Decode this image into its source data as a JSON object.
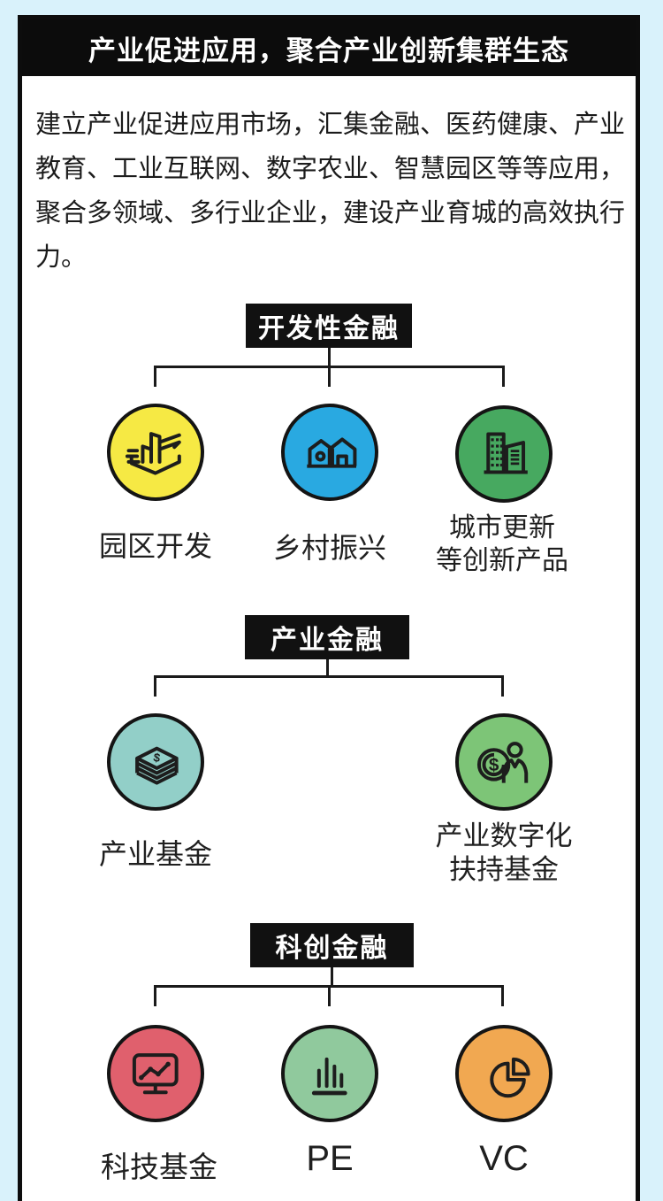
{
  "page": {
    "background": "#d9f2fb",
    "card_background": "#ffffff",
    "header_bg": "#0c0c0c",
    "title_box_bg": "#111111",
    "line_color": "#1a1a1a"
  },
  "header": {
    "title": "产业促进应用，聚合产业创新集群生态"
  },
  "intro": {
    "lines": [
      "建立产业促进应用市场，汇集金融、医药健康、产业",
      "教育、工业互联网、数字农业、智慧园区等等应用，",
      "聚合多领域、多行业企业，建设产业育城的高效执行",
      "力。"
    ]
  },
  "sections": [
    {
      "title": "开发性金融",
      "branches": [
        {
          "icon": "industrial-park-icon",
          "circle_color": "#f6e944",
          "label_lines": [
            "园区开发"
          ]
        },
        {
          "icon": "village-houses-icon",
          "circle_color": "#29a9e1",
          "label_lines": [
            "乡村振兴"
          ]
        },
        {
          "icon": "city-buildings-icon",
          "circle_color": "#47a960",
          "label_lines": [
            "城市更新",
            "等创新产品"
          ]
        }
      ]
    },
    {
      "title": "产业金融",
      "branches": [
        {
          "icon": "money-stack-icon",
          "circle_color": "#92cfc8",
          "label_lines": [
            "产业基金"
          ]
        },
        {
          "icon": "coin-person-icon",
          "circle_color": "#7dc577",
          "label_lines": [
            "产业数字化",
            "扶持基金"
          ]
        }
      ]
    },
    {
      "title": "科创金融",
      "branches": [
        {
          "icon": "monitor-chart-icon",
          "circle_color": "#e0606d",
          "label_lines": [
            "科技基金"
          ]
        },
        {
          "icon": "bar-chart-icon",
          "circle_color": "#90c99d",
          "label_lines": [
            "PE"
          ]
        },
        {
          "icon": "pie-chart-icon",
          "circle_color": "#f1a851",
          "label_lines": [
            "VC"
          ]
        }
      ]
    }
  ]
}
